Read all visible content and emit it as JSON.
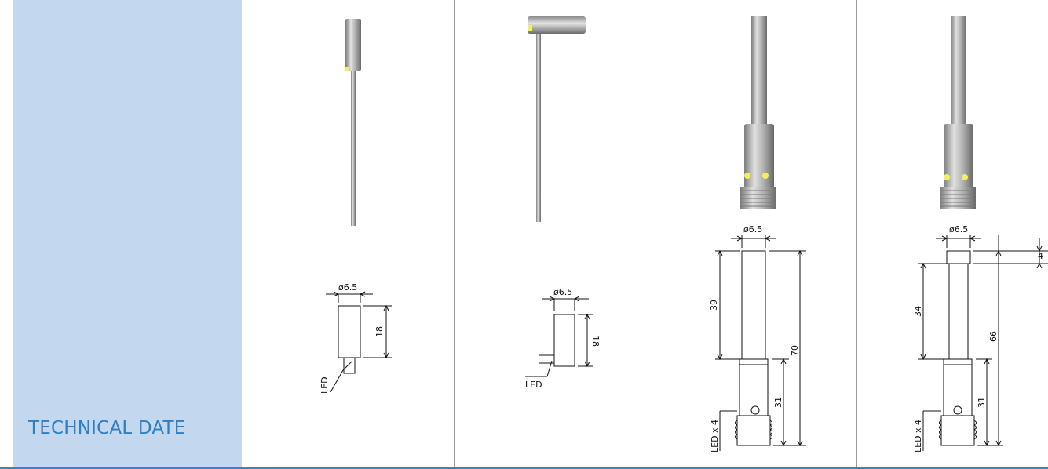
{
  "section": {
    "title": "TECHNICAL DATE"
  },
  "colors": {
    "sidebar_bg": "#c3d8ee",
    "title_text": "#2f7ec4",
    "rule": "#2f86c9",
    "led": "#f3f060"
  },
  "products": [
    {
      "photo_icon": "cable-sensor-photo-icon",
      "drawing": {
        "diameter": "ø6.5",
        "length": "18",
        "led": "LED"
      }
    },
    {
      "photo_icon": "angled-cable-sensor-photo-icon",
      "drawing": {
        "diameter": "ø6.5",
        "length": "18",
        "led": "LED"
      }
    },
    {
      "photo_icon": "connector-sensor-photo-icon",
      "drawing": {
        "diameter": "ø6.5",
        "upper": "39",
        "total": "70",
        "lower": "31",
        "led": "LED x 4"
      }
    },
    {
      "photo_icon": "connector-sensor-photo-icon",
      "drawing": {
        "diameter": "ø6.5",
        "top": "4",
        "upper": "34",
        "total": "66",
        "lower": "31",
        "led": "LED x 4"
      }
    }
  ]
}
